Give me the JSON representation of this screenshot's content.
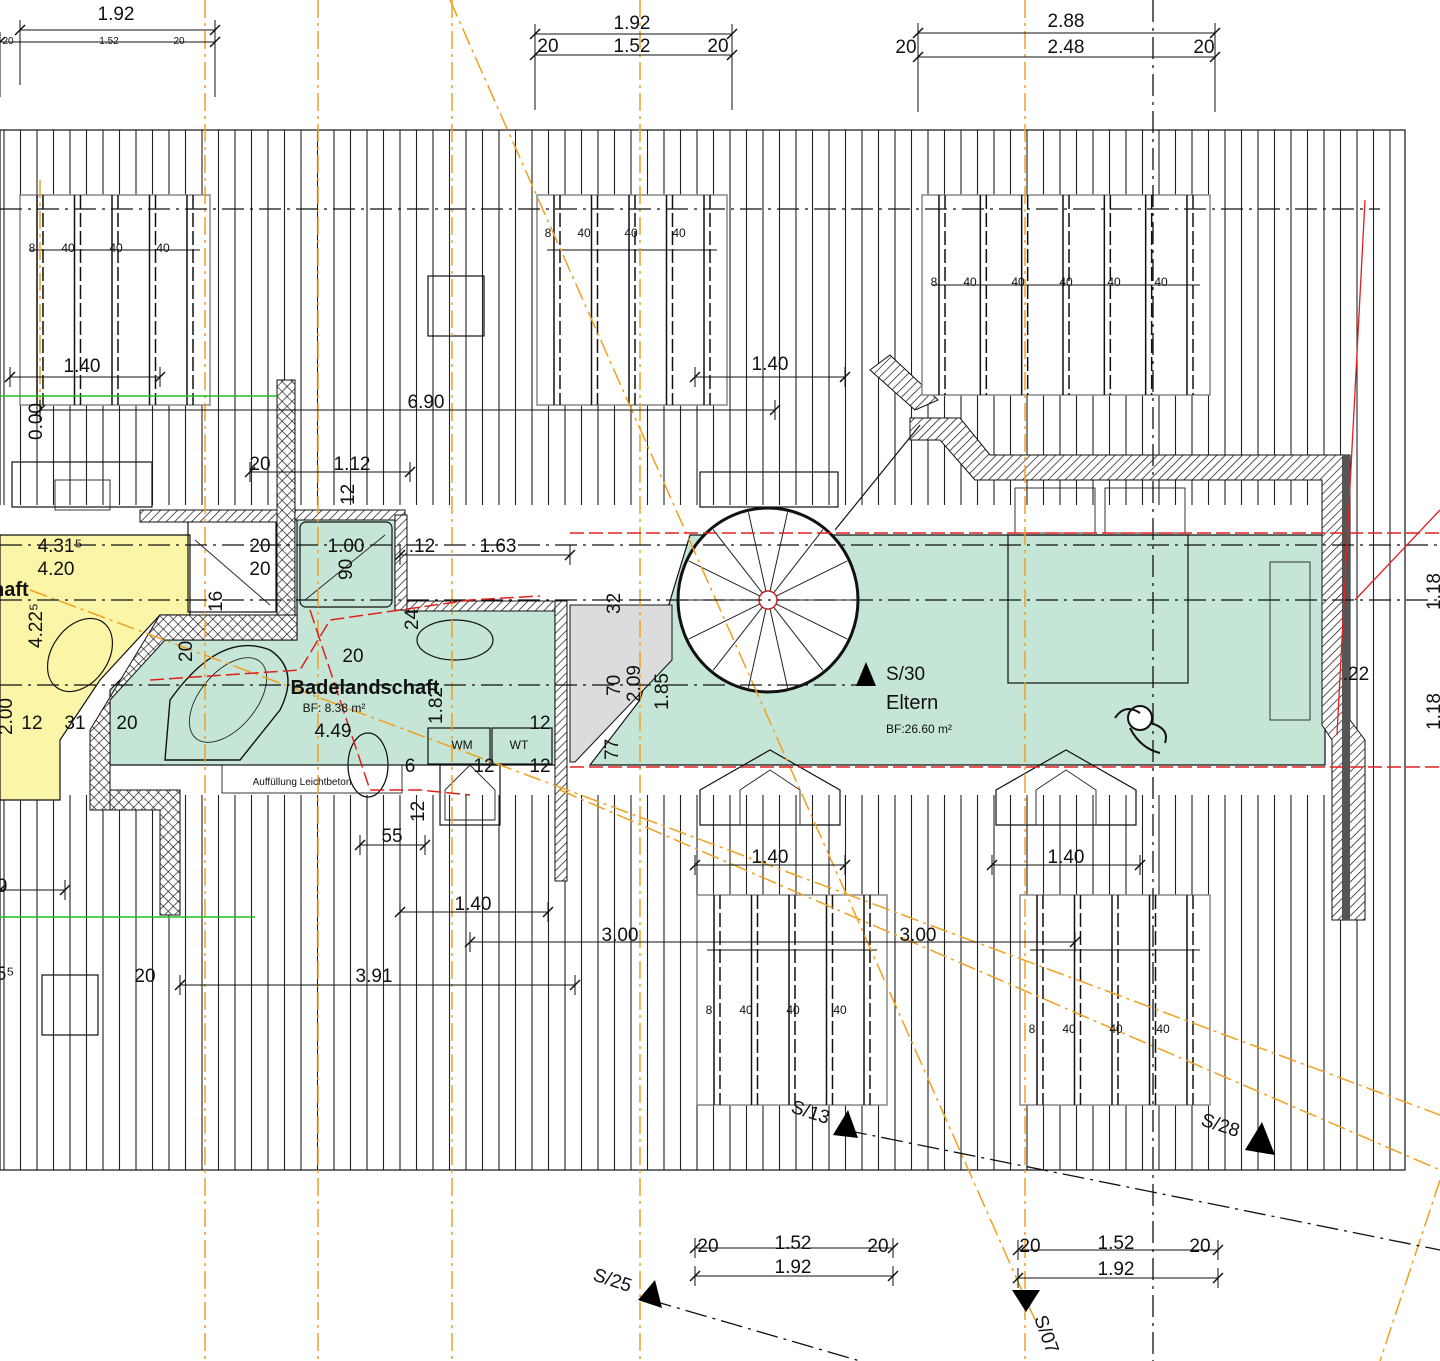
{
  "drawing": {
    "colors": {
      "room_green": "#c5e6d6",
      "room_yellow": "#fbf5a8",
      "landing_grey": "#dcdcdc",
      "axis_orange": "#f0a020",
      "line_red": "#e02020",
      "outside_green": "#22c022"
    },
    "rooms": {
      "eltern": {
        "name": "Eltern",
        "area": "BF:26.60 m²",
        "section": "S/30"
      },
      "bad": {
        "name": "Badelandschaft",
        "area": "BF: 8.38 m²",
        "fill_note": "Auffüllung Leichtbeton",
        "wm": "WM",
        "wt": "WT"
      },
      "left_fragment": {
        "name": "haft"
      }
    },
    "sections": [
      "S/13",
      "S/28",
      "S/25",
      "S/07"
    ],
    "dormer_dims_top": [
      {
        "total": "1.92",
        "inner": "1.52",
        "left": "20",
        "right": "20"
      },
      {
        "total": "1.92",
        "inner": "1.52",
        "left": "20",
        "right": "20"
      },
      {
        "total": "2.88",
        "inner": "2.48",
        "left": "20",
        "right": "20"
      }
    ],
    "dormer_dims_bottom": [
      {
        "total": "1.92",
        "inner": "1.52",
        "left": "20",
        "right": "20"
      },
      {
        "total": "1.92",
        "inner": "1.52",
        "left": "20",
        "right": "20"
      }
    ],
    "rafter_dims": {
      "edge": "8",
      "gap": "40"
    },
    "dims": {
      "w140a": "1.40",
      "w140b": "1.40",
      "d690": "6.90",
      "d000": "0.00",
      "d20a": "20",
      "d112": "1.12",
      "d12a": "12",
      "d4315": "4.31⁵",
      "d420": "4.20",
      "d20b": "20",
      "d20c": "20",
      "d100": "1.00",
      "d90": "90",
      "d012": ".12",
      "d163": "1.63",
      "d4225": "4.22⁵",
      "d16": "16",
      "d24": "24",
      "d20d": "20",
      "d20e": "20",
      "d449": "4.49",
      "d182": "1.82",
      "d200": "2.00",
      "d12b": "12",
      "d31": "31",
      "d20f": "20",
      "d12c": "12",
      "d6": "6",
      "d12d": "12",
      "d12e": "12",
      "d55": "55",
      "d12f": "12",
      "d140c": "1.40",
      "d300a": "3.00",
      "d300b": "3.00",
      "d391": "3.91",
      "d20g": "20",
      "d55b": "5⁵",
      "d0": "0",
      "d32": "32",
      "d70": "70",
      "d209": "2.09",
      "d185": "1.85",
      "d77": "77",
      "d022": ".22",
      "d118a": "1.18",
      "d118b": "1.18",
      "d140d": "1.40",
      "d140e": "1.40"
    }
  }
}
